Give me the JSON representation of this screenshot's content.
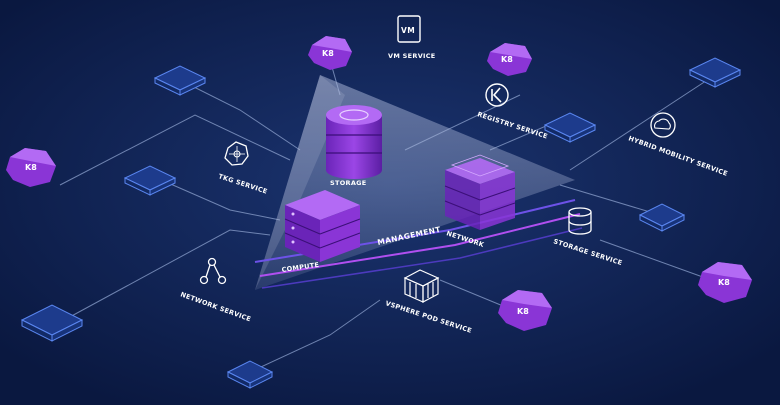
{
  "colors": {
    "background": "#0d1f4a",
    "purple": "#8a35d6",
    "purple_light": "#b566f2",
    "line": "#9fb2d8",
    "chip_blue": "#3d6ad8"
  },
  "labels": {
    "storage": "STORAGE",
    "compute": "COMPUTE",
    "management": "MANAGEMENT",
    "network": "NETWORK",
    "vm_service": "VM SERVICE",
    "registry_service": "REGISTRY SERVICE",
    "tkg_service": "TKG SERVICE",
    "hybrid_mobility_service": "HYBRID MOBILITY SERVICE",
    "storage_service": "STORAGE SERVICE",
    "network_service": "NETWORK SERVICE",
    "vsphere_pod_service": "VSPHERE POD SERVICE",
    "vm_icon_text": "VM"
  },
  "k8_badges": [
    "K8",
    "K8",
    "K8",
    "K8",
    "K8"
  ]
}
